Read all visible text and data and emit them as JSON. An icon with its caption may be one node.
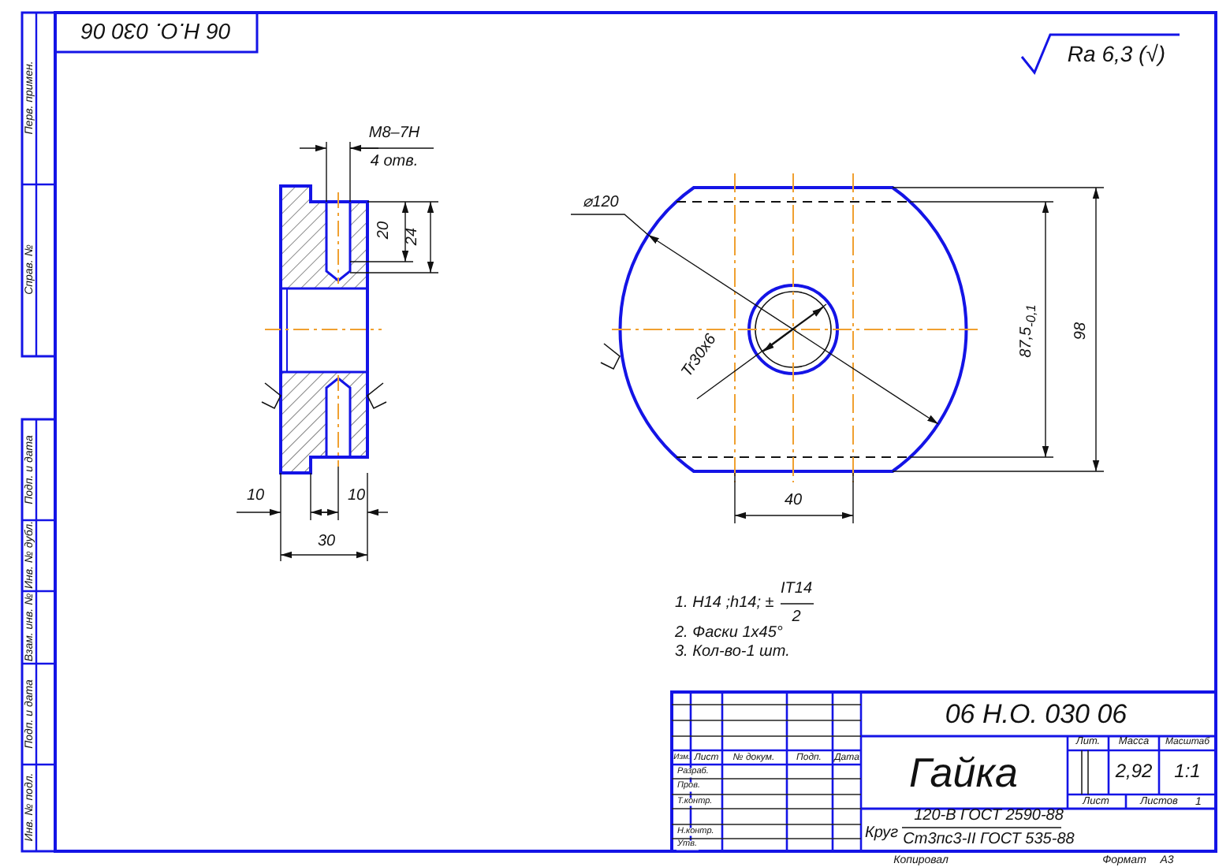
{
  "diagram": {
    "labels": [
      "06 Н.О. 030 06",
      "Ra 6,3 (√)",
      "Перв. примен.",
      "Справ. №",
      "Подп. и дата",
      "Инв. № дубл.",
      "Взам. инв. №",
      "Подп. и дата",
      "Инв. № подл.",
      "М8–7Н",
      "4 отв.",
      "20",
      "24",
      "10",
      "10",
      "30",
      "⌀120",
      "Tr30x6",
      "87,5$_{-0,1}$",
      "98",
      "40",
      "1. H14 ;h14; ±",
      "IT14",
      "2",
      "2. Фаски 1х45°",
      "3. Кол-во-1 шт.",
      "06 Н.О. 030 06",
      "Изм.",
      "Лист",
      "№ докум.",
      "Подп.",
      "Дата",
      "Разраб.",
      "Пров.",
      "Т.контр.",
      "Н.контр.",
      "Утв.",
      "Гайка",
      "Лит.",
      "Масса",
      "Масштаб",
      "2,92",
      "1:1",
      "Лист",
      "Листов",
      "1",
      "Круг",
      "120-В ГОСТ 2590-88",
      "Ст3пс3-II ГОСТ 535-88",
      "Копировал",
      "Формат",
      "A3"
    ]
  }
}
